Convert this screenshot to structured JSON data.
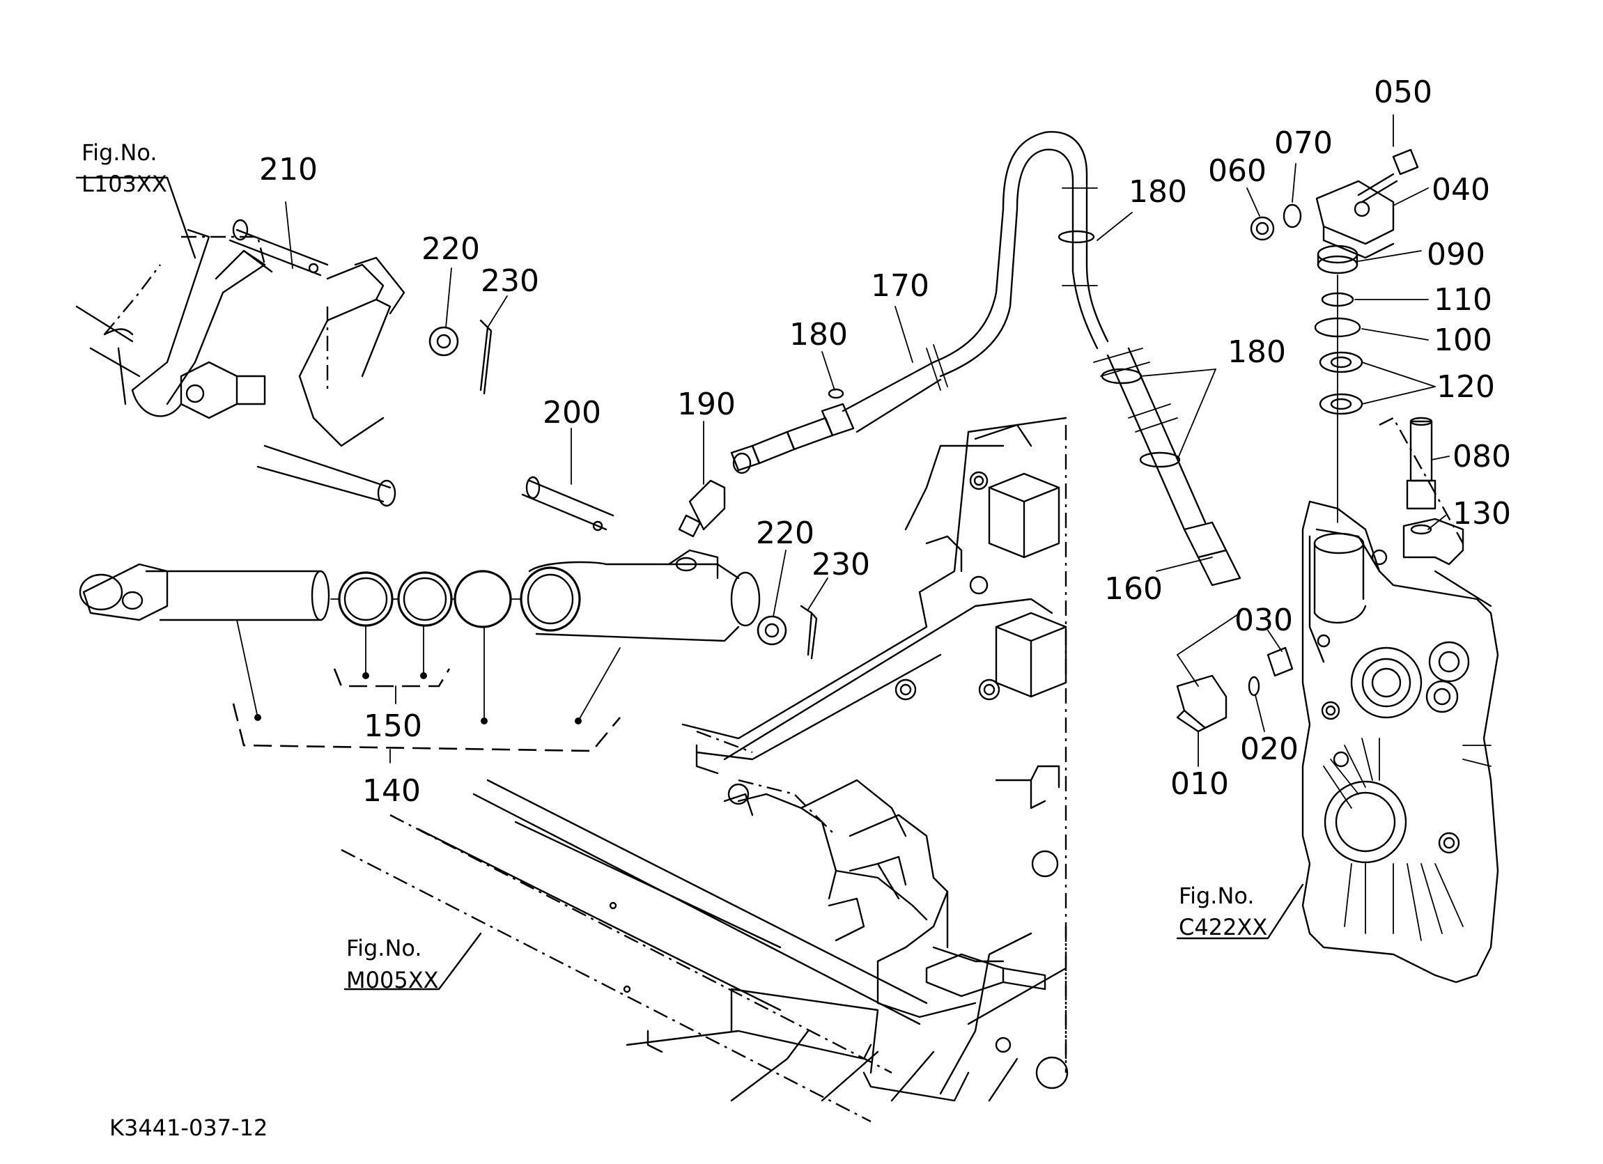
{
  "diagram": {
    "drawing_code": "K3441-037-12",
    "callouts": [
      "050",
      "070",
      "060",
      "040",
      "090",
      "110",
      "100",
      "120",
      "080",
      "130",
      "030",
      "020",
      "010",
      "180",
      "170",
      "190",
      "200",
      "210",
      "220",
      "230",
      "150",
      "140",
      "160"
    ],
    "figure_refs": [
      {
        "line1": "Fig.No.",
        "line2": "L103XX"
      },
      {
        "line1": "Fig.No.",
        "line2": "M005XX"
      },
      {
        "line1": "Fig.No.",
        "line2": "C422XX"
      }
    ]
  }
}
